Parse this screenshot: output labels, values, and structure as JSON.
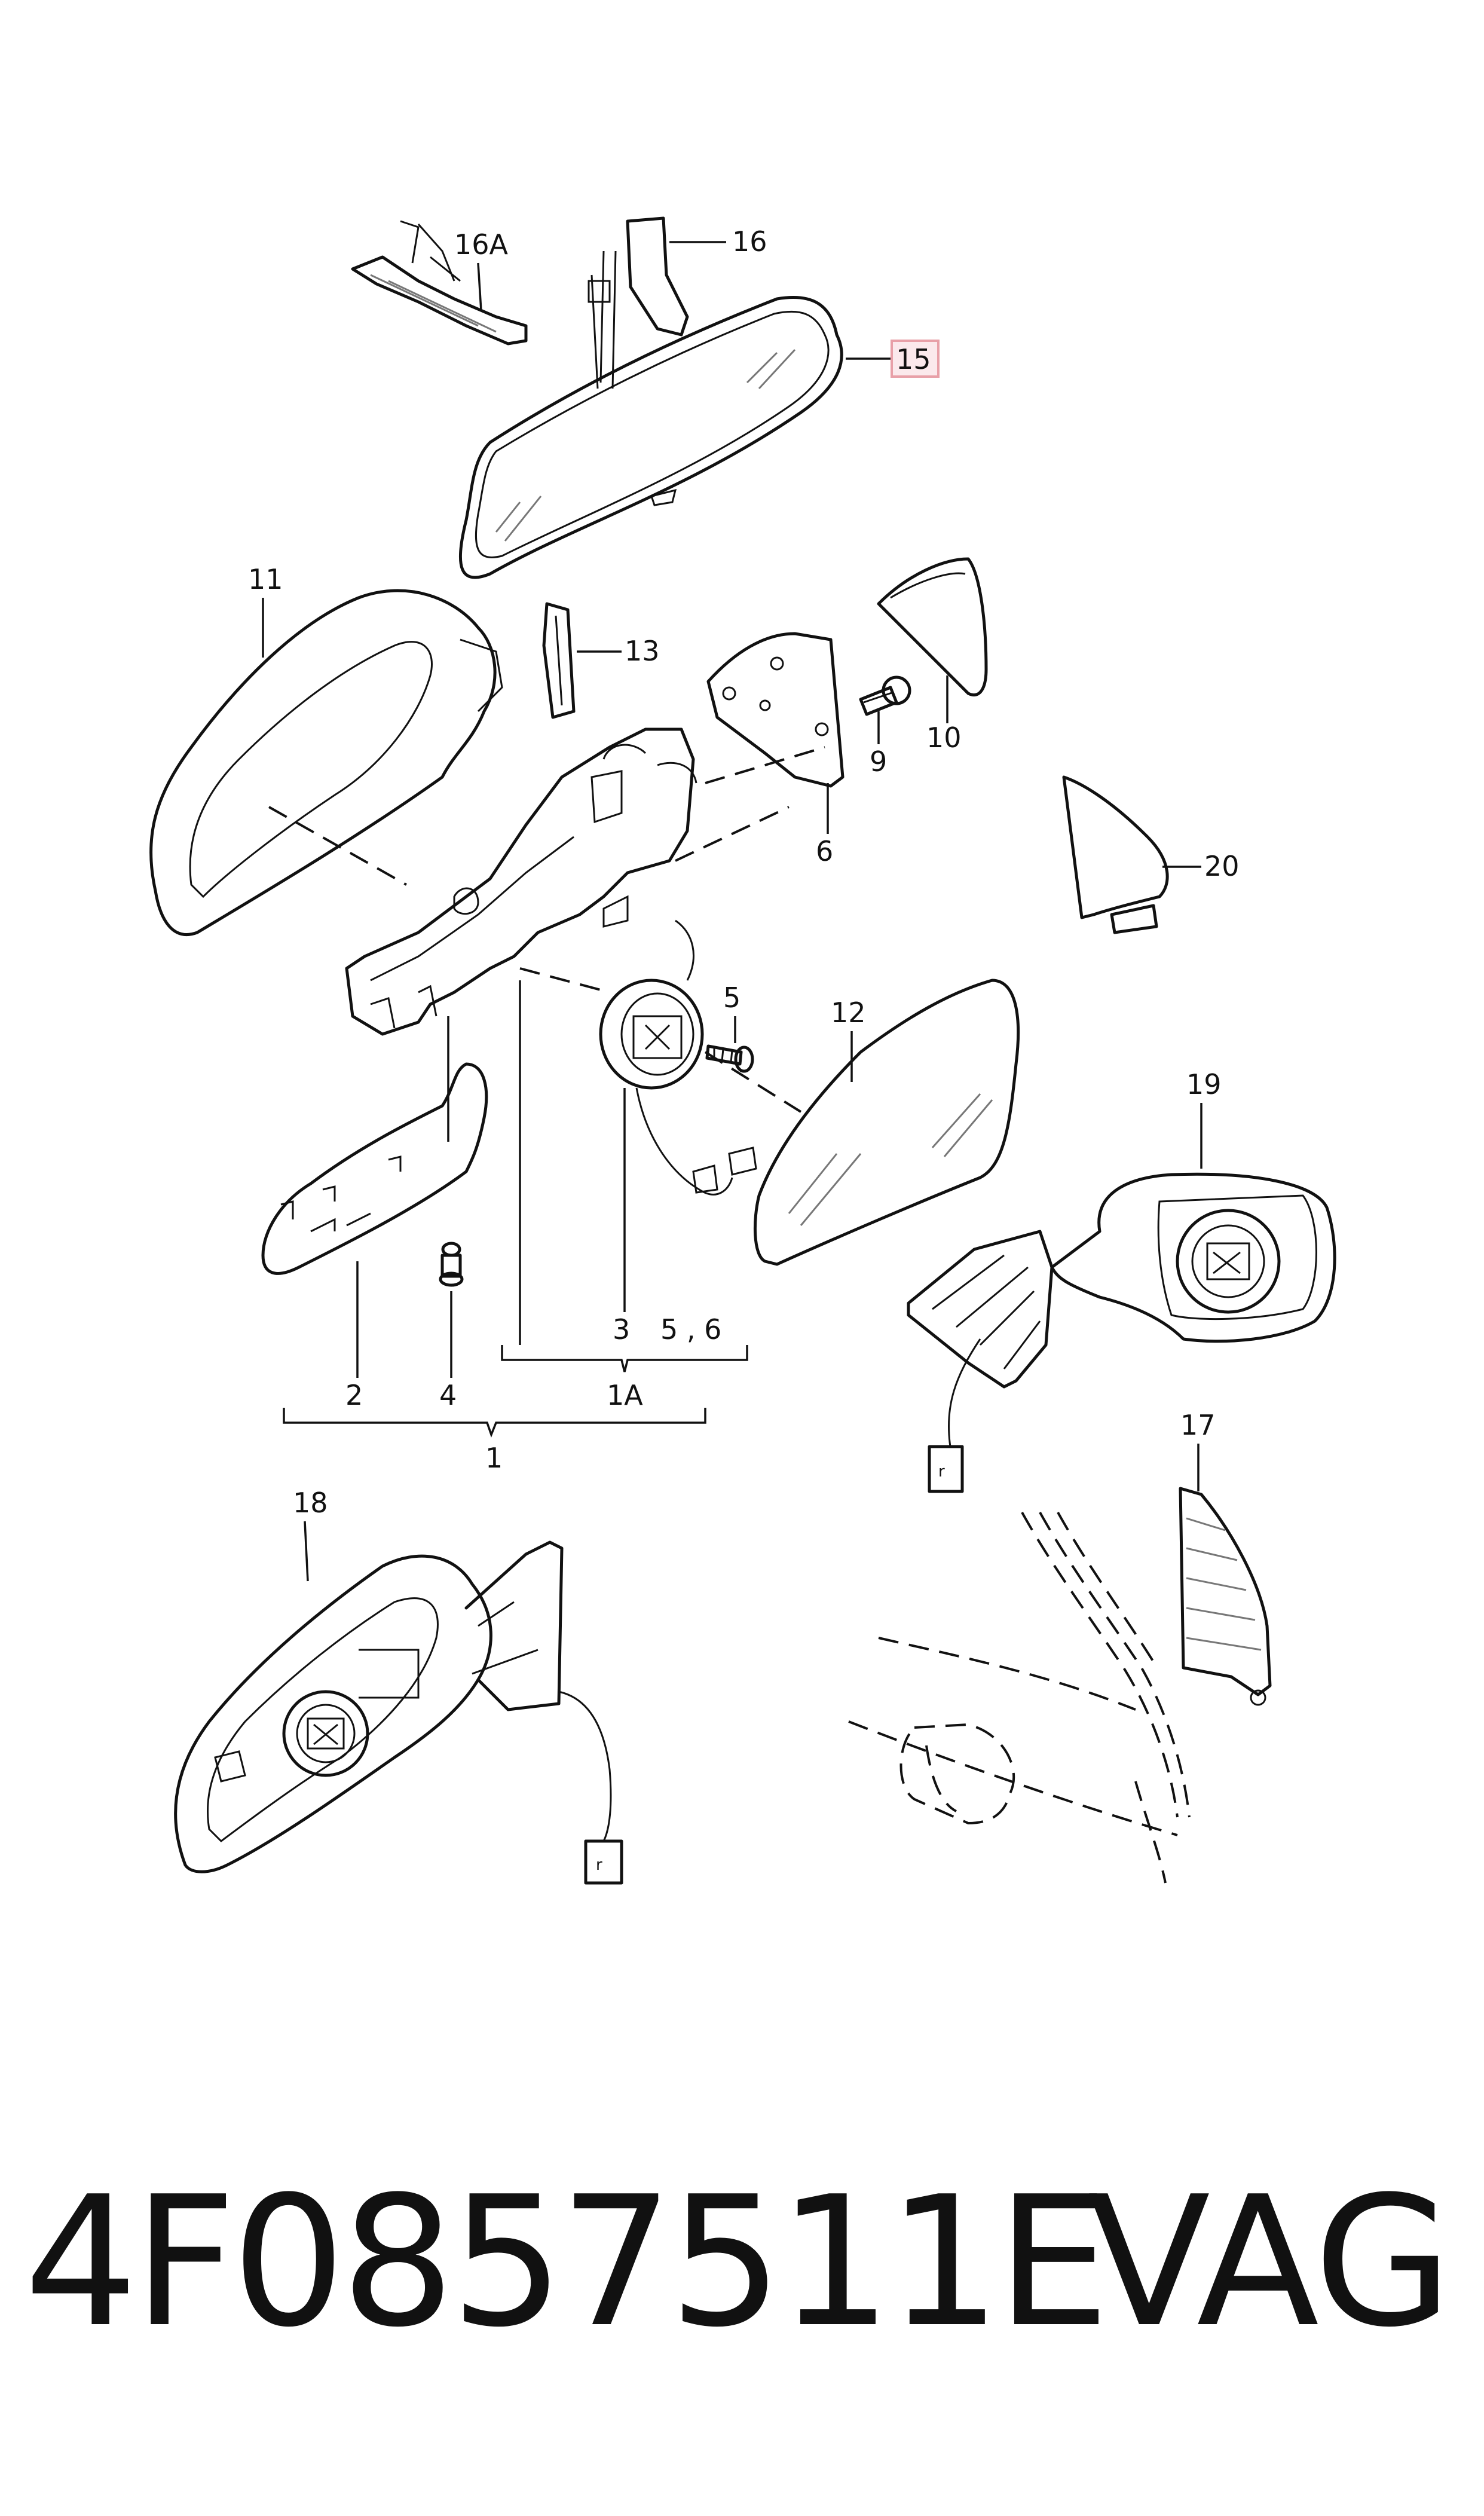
{
  "diagram": {
    "callouts": {
      "c16A": "16A",
      "c16": "16",
      "c15": "15",
      "c11": "11",
      "c13": "13",
      "c10": "10",
      "c9": "9",
      "c6": "6",
      "c20": "20",
      "c5": "5",
      "c12": "12",
      "c19": "19",
      "c3": "3",
      "c56": "5 , 6",
      "c2": "2",
      "c4": "4",
      "c1A": "1A",
      "c1": "1",
      "c17": "17",
      "c18": "18"
    },
    "highlight_color": "#e8a0a8",
    "highlight_fill": "#fbe9ec"
  },
  "footer": {
    "part_number": "4F0857511E",
    "brand": "VAG"
  }
}
